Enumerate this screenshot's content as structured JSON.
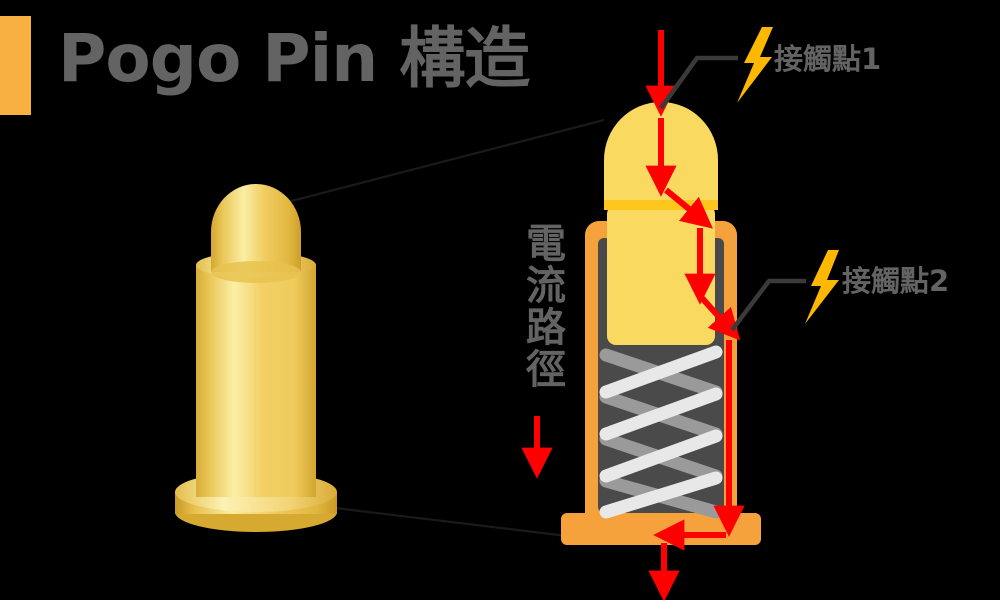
{
  "page": {
    "title": "Pogo Pin 構造",
    "background_color": "#000000",
    "accent_bar_color": "#F8B141",
    "title_color": "#636363"
  },
  "diagram": {
    "type": "technical-cutaway-illustration",
    "left_view": {
      "name": "pogo-pin-exterior",
      "parts": [
        "plunger-dome",
        "barrel",
        "base-flange"
      ],
      "body_color": "#F2D06B",
      "highlight_color": "#FCEFA8",
      "shadow_color": "#D6A92E"
    },
    "right_view": {
      "name": "pogo-pin-cutaway",
      "barrel_color": "#F5A23C",
      "barrel_inner_color": "#4A4A4A",
      "plunger_color": "#FAD961",
      "plunger_band_color": "#FFC61E",
      "spring_front_color": "#E8E8E8",
      "spring_back_color": "#9A9A9A",
      "spring_coils": 4
    },
    "current_arrow_color": "#FF0000",
    "leader_line_color": "#3A3A3A",
    "connector_line_color": "#1A1A1A"
  },
  "labels": {
    "contact_point_1": "接觸點1",
    "contact_point_2": "接觸點2",
    "current_path": "電流路徑",
    "bolt_icon_color": "#FFB800"
  }
}
